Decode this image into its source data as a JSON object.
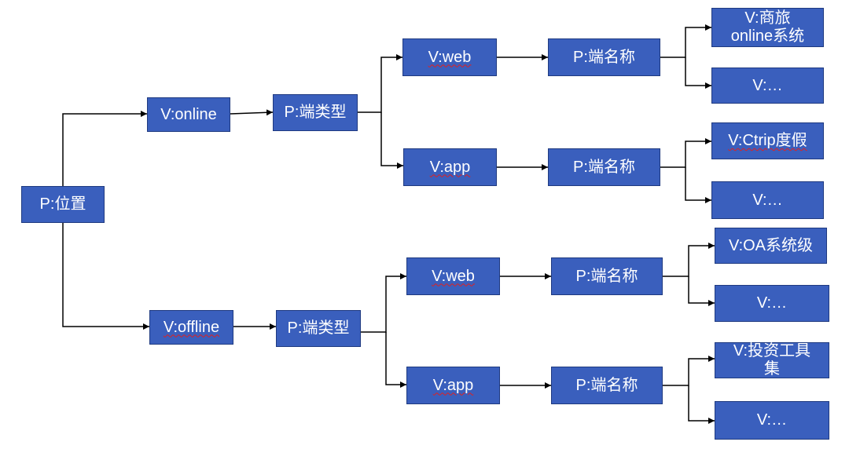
{
  "nodes": {
    "root": "P:位置",
    "online": "V:online",
    "offline": "V:offline",
    "online_type": "P:端类型",
    "offline_type": "P:端类型",
    "online_web": "V:web",
    "online_app": "V:app",
    "offline_web": "V:web",
    "offline_app": "V:app",
    "online_web_name": "P:端名称",
    "online_app_name": "P:端名称",
    "offline_web_name": "P:端名称",
    "offline_app_name": "P:端名称",
    "leaf_shanglv_l1": "V:商旅",
    "leaf_shanglv_l2": "online系统",
    "leaf_online_web_more": "V:…",
    "leaf_ctrip": "V:Ctrip度假",
    "leaf_online_app_more": "V:…",
    "leaf_oa": "V:OA系统级",
    "leaf_offline_web_more": "V:…",
    "leaf_invest_l1": "V:投资工具",
    "leaf_invest_l2": "集",
    "leaf_offline_app_more": "V:…"
  },
  "colors": {
    "node_fill": "#3a5fbd",
    "node_border": "#1f3a80",
    "text": "#ffffff",
    "line": "#000000"
  }
}
